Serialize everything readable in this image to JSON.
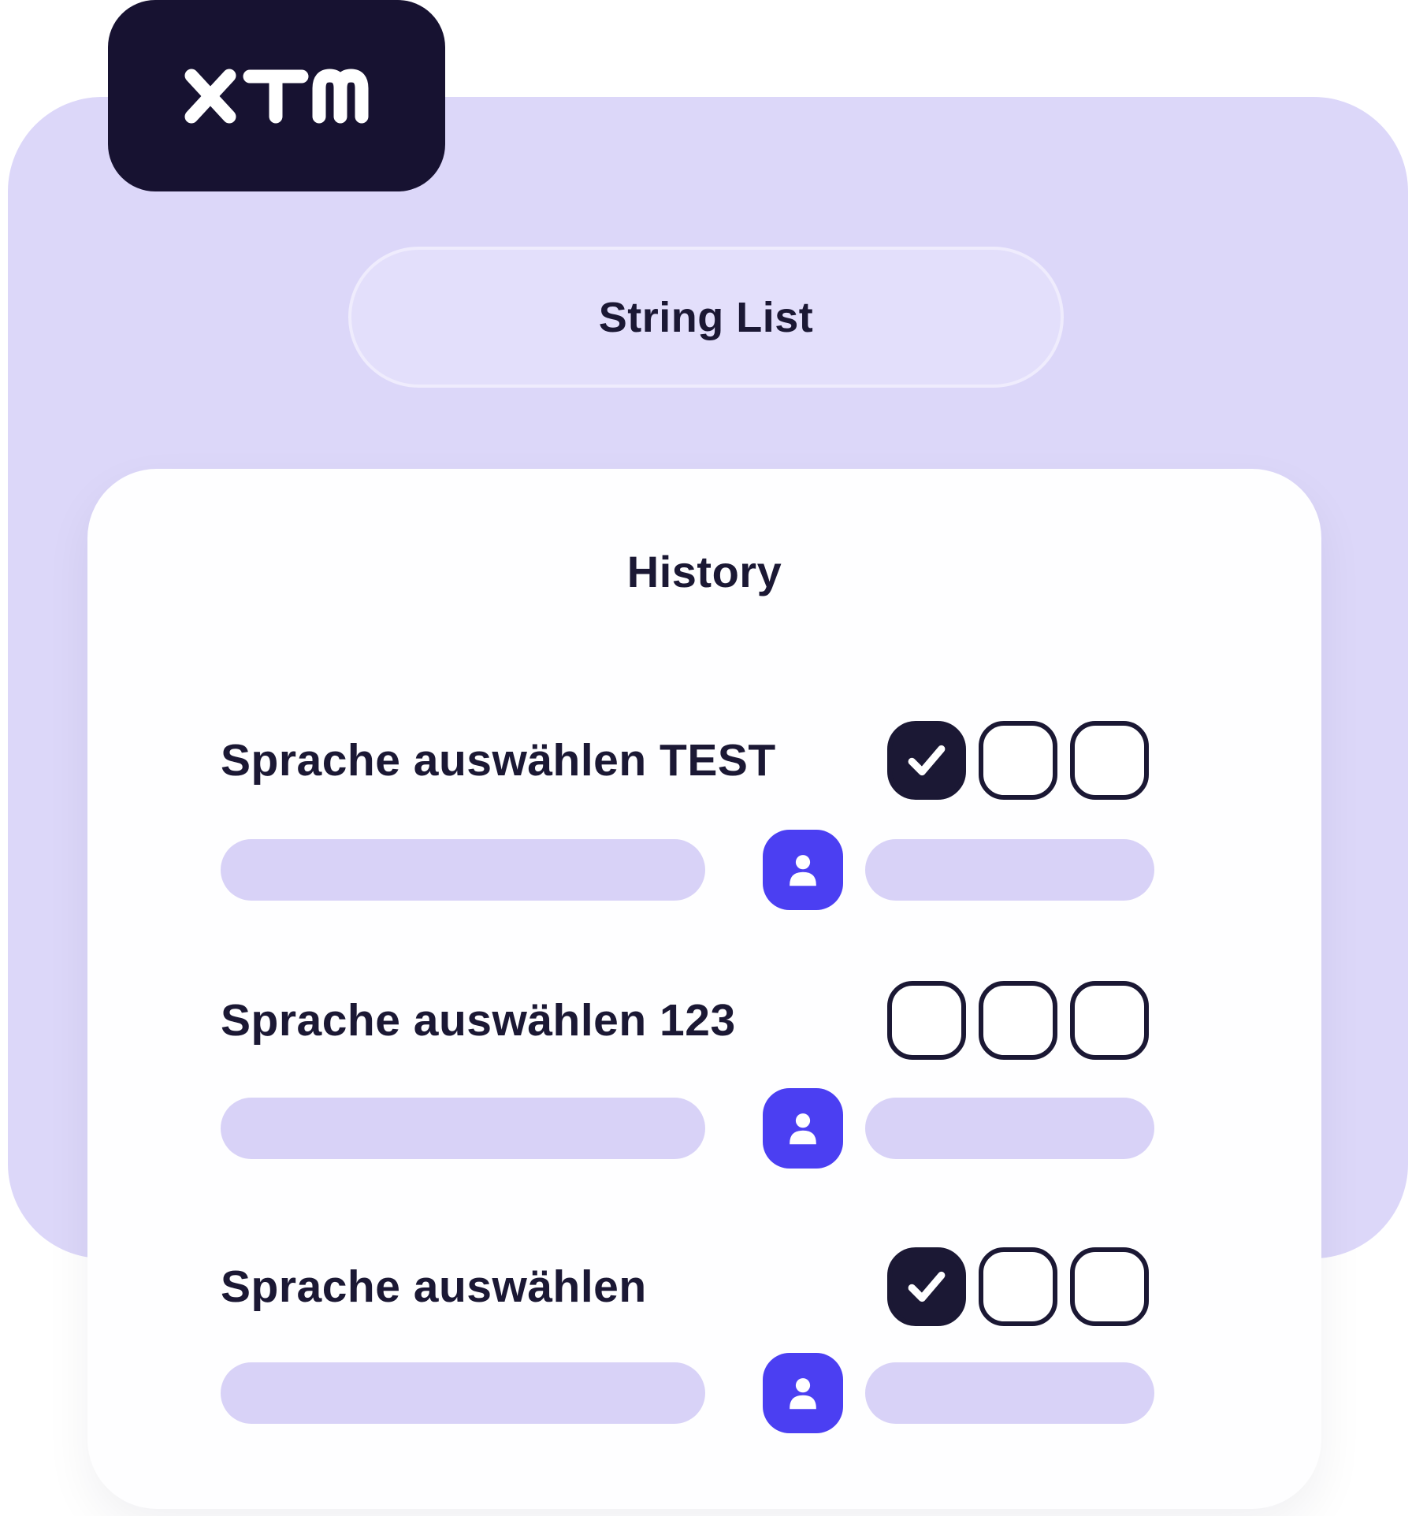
{
  "logo": {
    "brand": "XTM",
    "icon": "xtm-logo-icon"
  },
  "string_list": {
    "label": "String List"
  },
  "history_panel": {
    "title": "History",
    "rows": [
      {
        "label": "Sprache auswählen TEST",
        "checkboxes": [
          {
            "checked": true
          },
          {
            "checked": false
          },
          {
            "checked": false
          }
        ]
      },
      {
        "label": "Sprache auswählen 123",
        "checkboxes": [
          {
            "checked": false
          },
          {
            "checked": false
          },
          {
            "checked": false
          }
        ]
      },
      {
        "label": "Sprache auswählen",
        "checkboxes": [
          {
            "checked": true
          },
          {
            "checked": false
          },
          {
            "checked": false
          }
        ]
      }
    ]
  },
  "icons": {
    "check_icon": "✓",
    "user_icon": "person-silhouette"
  },
  "colors": {
    "dark_navy": "#1B1834",
    "badge_background": "#171231",
    "lavender_panel": "#DCD7F9",
    "pill_background": "#E3DFFB",
    "pill_border": "#EFECFD",
    "placeholder_bar": "#D8D2F7",
    "accent_purple": "#4B3FF2",
    "card_white": "#FEFEFF"
  }
}
